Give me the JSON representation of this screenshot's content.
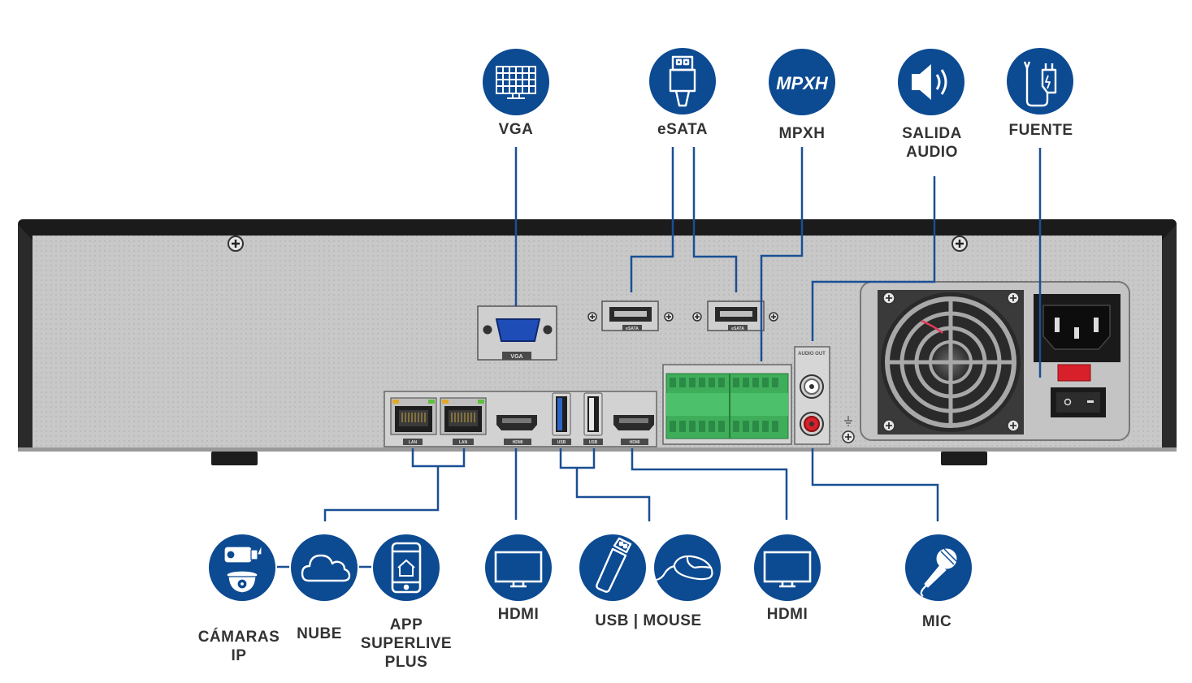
{
  "colors": {
    "accent_blue": "#0c4a92",
    "line_blue": "#1a4f94",
    "panel_gray": "#c9c9c9",
    "chassis_black": "#1b1b1b",
    "label_gray": "#333333",
    "terminal_green": "#3fae5a",
    "rca_red": "#d8202a"
  },
  "callouts": {
    "vga": {
      "icon": "monitor-grid-icon",
      "label": "VGA"
    },
    "esata": {
      "icon": "esata-connector-icon",
      "label": "eSATA"
    },
    "mpxh": {
      "icon": "mpxh-logo-icon",
      "logo_text": "MPXH",
      "label": "MPXH"
    },
    "audio_out": {
      "icon": "speaker-icon",
      "label_line1": "SALIDA",
      "label_line2": "AUDIO"
    },
    "power": {
      "icon": "power-adapter-icon",
      "label": "FUENTE"
    },
    "cameras": {
      "icon": "camera-icon",
      "label_line1": "CÁMARAS",
      "label_line2": "IP"
    },
    "cloud": {
      "icon": "cloud-icon",
      "label": "NUBE"
    },
    "app": {
      "icon": "smartphone-icon",
      "label_line1": "APP",
      "label_line2": "SUPERLIVE",
      "label_line3": "PLUS"
    },
    "hdmi1": {
      "icon": "monitor-icon",
      "label": "HDMI"
    },
    "usb": {
      "icon": "usb-stick-icon"
    },
    "mouse": {
      "icon": "mouse-icon"
    },
    "usb_mouse_label": "USB | MOUSE",
    "hdmi2": {
      "icon": "monitor-icon",
      "label": "HDMI"
    },
    "mic": {
      "icon": "microphone-icon",
      "label": "MIC"
    }
  },
  "panel_labels": {
    "vga": "VGA",
    "esata1": "eSATA",
    "esata2": "eSATA",
    "lan1": "LAN",
    "lan2": "LAN",
    "hdmi1": "HDMI",
    "usb1": "USB",
    "usb2": "USB",
    "hdmi2": "HDMI",
    "audio_out": "AUDIO OUT"
  }
}
